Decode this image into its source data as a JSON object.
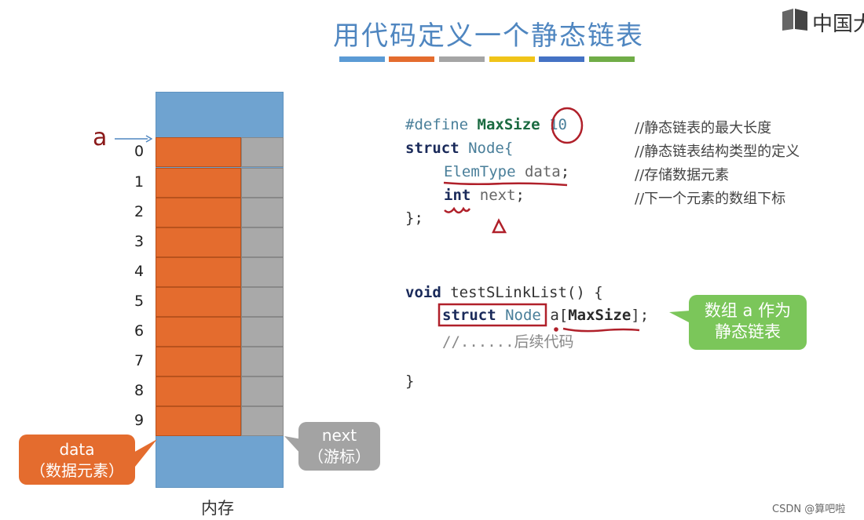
{
  "title": "用代码定义一个静态链表",
  "title_bar_colors": [
    "#5b9bd5",
    "#e46c2e",
    "#a5a5a5",
    "#f0c419",
    "#4472c4",
    "#70ad47"
  ],
  "logo": {
    "text": "中国大"
  },
  "memory": {
    "pointer_label": "a",
    "indices": [
      "0",
      "1",
      "2",
      "3",
      "4",
      "5",
      "6",
      "7",
      "8",
      "9"
    ],
    "label": "内存",
    "colors": {
      "data": "#e46c2e",
      "next": "#a9a9a9",
      "free": "#6fa3d0"
    }
  },
  "callouts": {
    "data": {
      "line1": "data",
      "line2": "（数据元素）"
    },
    "next": {
      "line1": "next",
      "line2": "（游标）"
    },
    "array": {
      "line1": "数组 a 作为",
      "line2": "静态链表"
    }
  },
  "code": {
    "define_kw": "#define",
    "define_name": "MaxSize",
    "define_value": "10",
    "struct_kw": "struct",
    "struct_name": "Node{",
    "field1_type": "ElemType",
    "field1_name": "data",
    "field1_end": ";",
    "field2_type": "int",
    "field2_name": "next",
    "field2_end": ";",
    "struct_close": "};",
    "comments": [
      "//静态链表的最大长度",
      "//静态链表结构类型的定义",
      "//存储数据元素",
      "//下一个元素的数组下标"
    ],
    "fn_void": "void",
    "fn_sig": "testSLinkList() {",
    "decl_struct": "struct",
    "decl_node": "Node",
    "decl_var": "a[",
    "decl_size": "MaxSize",
    "decl_end": "];",
    "followup_comment": "//......后续代码",
    "fn_close": "}"
  },
  "watermark": "CSDN @算吧啦"
}
